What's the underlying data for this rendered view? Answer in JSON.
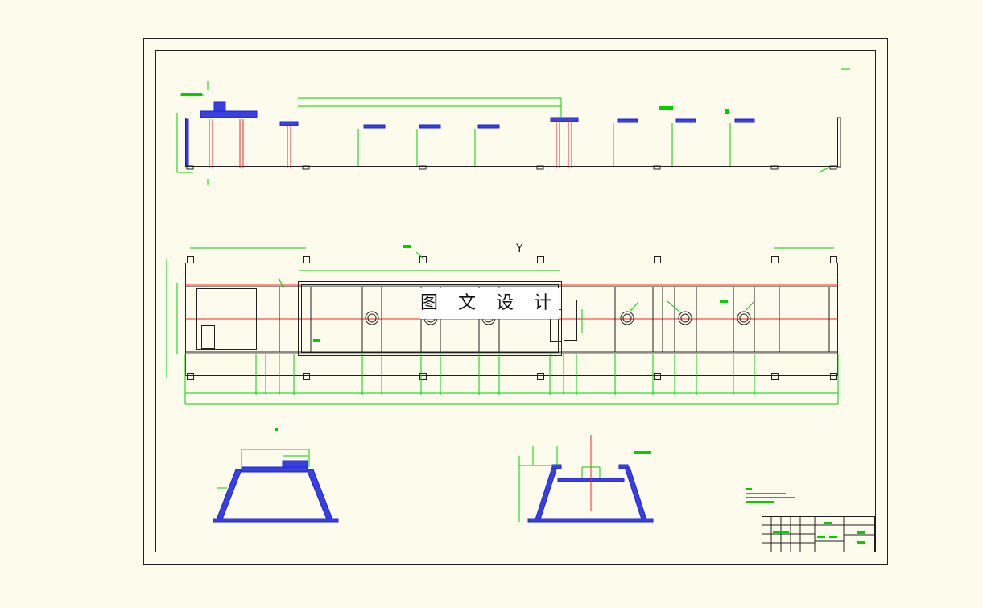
{
  "drawing": {
    "watermark": "图 文 设 计",
    "axis_label_y": "Y",
    "colors": {
      "background": "#fdfbec",
      "outline": "#202020",
      "dimension": "#00d000",
      "centerline": "#ff2020",
      "section_fill": "#3840e0"
    },
    "title_block": {
      "present": true
    },
    "views": [
      "front-elevation",
      "plan-view",
      "section-left",
      "section-right"
    ]
  }
}
